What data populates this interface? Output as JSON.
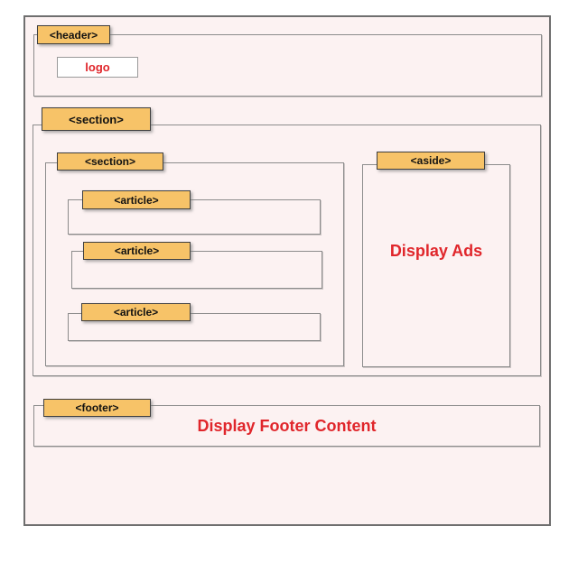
{
  "colors": {
    "canvas_bg": "#ffffff",
    "panel_bg": "#fcf2f2",
    "tag_bg": "#f7c368",
    "tag_border": "#3f3f3f",
    "tag_text": "#111111",
    "box_border": "#8c8c8c",
    "outer_border": "#6f6f6f",
    "accent_red": "#e0262b"
  },
  "header": {
    "tag_label": "<header>",
    "logo_label": "logo"
  },
  "main_section": {
    "tag_label": "<section>",
    "content_section": {
      "tag_label": "<section>",
      "articles": [
        {
          "tag_label": "<article>"
        },
        {
          "tag_label": "<article>"
        },
        {
          "tag_label": "<article>"
        }
      ]
    },
    "aside": {
      "tag_label": "<aside>",
      "content_text": "Display Ads"
    }
  },
  "footer": {
    "tag_label": "<footer>",
    "content_text": "Display Footer Content"
  }
}
